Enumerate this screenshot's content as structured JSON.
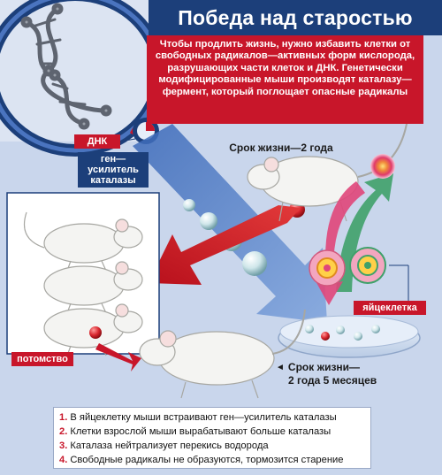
{
  "title": "Победа над старостью",
  "intro": "Чтобы продлить жизнь, нужно избавить клетки от свободных радикалов—активных форм кислорода, разрушающих части клеток и ДНК. Генетически модифицированные мыши производят каталазу—фермент, который поглощает опасные радикалы",
  "labels": {
    "dna": "ДНК",
    "gene": "ген—усилитель каталазы",
    "lifespan_normal": "Срок жизни—2 года",
    "egg_cell": "яйцеклетка",
    "offspring": "потомство",
    "lifespan_extended_line1": "Срок жизни—",
    "lifespan_extended_line2": "2 года 5 месяцев"
  },
  "steps": [
    {
      "num": "1.",
      "text": "В яйцеклетку мыши встраивают ген—усилитель каталазы"
    },
    {
      "num": "2.",
      "text": "Клетки взрослой мыши вырабатывают больше каталазы"
    },
    {
      "num": "3.",
      "text": "Каталаза нейтрализует перекись водорода"
    },
    {
      "num": "4.",
      "text": "Свободные радикалы не образуются, тормозится старение"
    }
  ],
  "colors": {
    "navy": "#1c3f7a",
    "red": "#c8162a",
    "background": "#c9d6ec",
    "green": "#3fa16a",
    "pink": "#e0467a"
  },
  "icons": [
    "dna-helix-icon",
    "mouse-icon",
    "cell-icon",
    "petri-dish-icon",
    "arrow-icon",
    "sphere-icon"
  ]
}
